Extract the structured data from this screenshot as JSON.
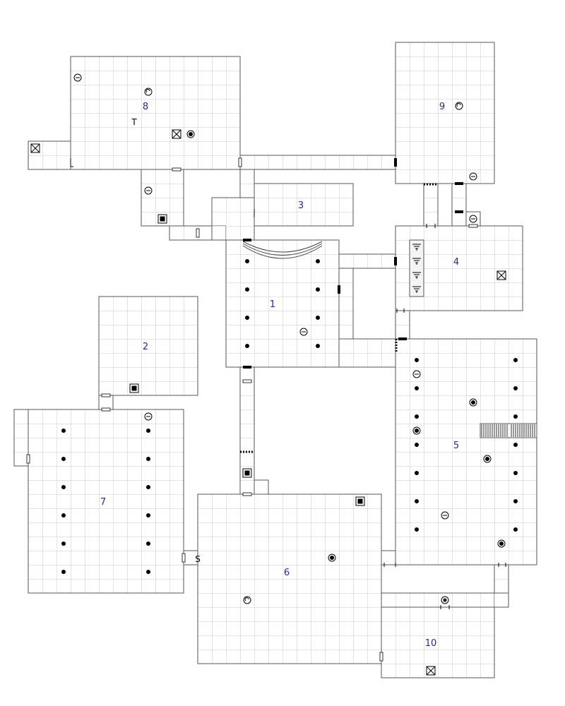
{
  "map": {
    "room_labels": [
      {
        "id": "r1",
        "text": "1"
      },
      {
        "id": "r2",
        "text": "2"
      },
      {
        "id": "r3",
        "text": "3"
      },
      {
        "id": "r4",
        "text": "4"
      },
      {
        "id": "r5",
        "text": "5"
      },
      {
        "id": "r6",
        "text": "6"
      },
      {
        "id": "r7",
        "text": "7"
      },
      {
        "id": "r8",
        "text": "8"
      },
      {
        "id": "r9",
        "text": "9"
      },
      {
        "id": "r10",
        "text": "10"
      }
    ],
    "markers": {
      "trap": "T",
      "secret_door": "S"
    },
    "colors": {
      "grid_line": "#c8c8c8",
      "wall": "#555555",
      "floor": "#ffffff",
      "room_number": "#2a2a8a",
      "feature": "#000000"
    },
    "icons": [
      "pillar-icon",
      "chest-icon",
      "statue-icon",
      "well-icon",
      "altar-icon",
      "block-icon",
      "sarcophagus-icon",
      "stair-icon",
      "portcullis-icon",
      "door-icon",
      "circle-line-icon"
    ]
  }
}
